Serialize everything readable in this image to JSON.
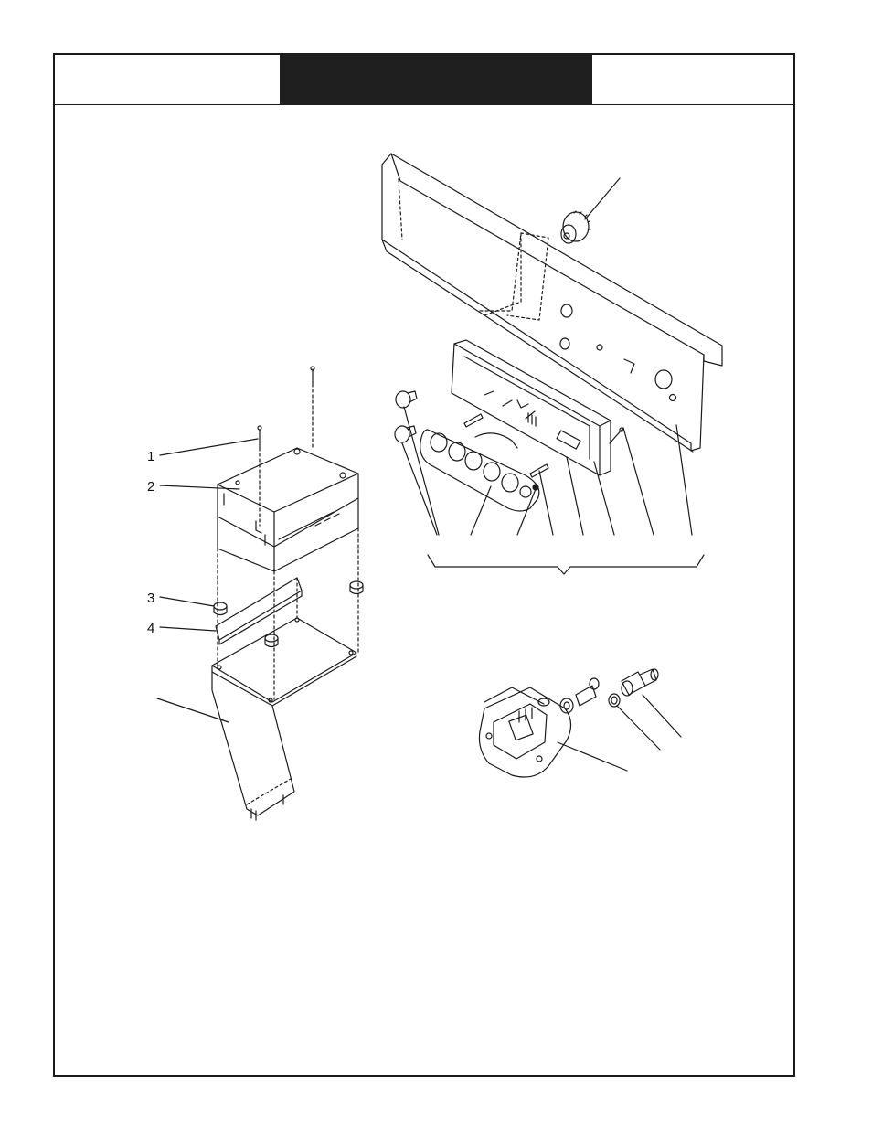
{
  "page": {
    "title_block_text": ""
  },
  "callouts": [
    {
      "id": "c1",
      "label": "1"
    },
    {
      "id": "c2",
      "label": "2"
    },
    {
      "id": "c3",
      "label": "3"
    },
    {
      "id": "c4",
      "label": "4"
    }
  ],
  "colors": {
    "ink": "#1a1a1a",
    "title_block": "#1f1f1f",
    "paper": "#ffffff"
  }
}
